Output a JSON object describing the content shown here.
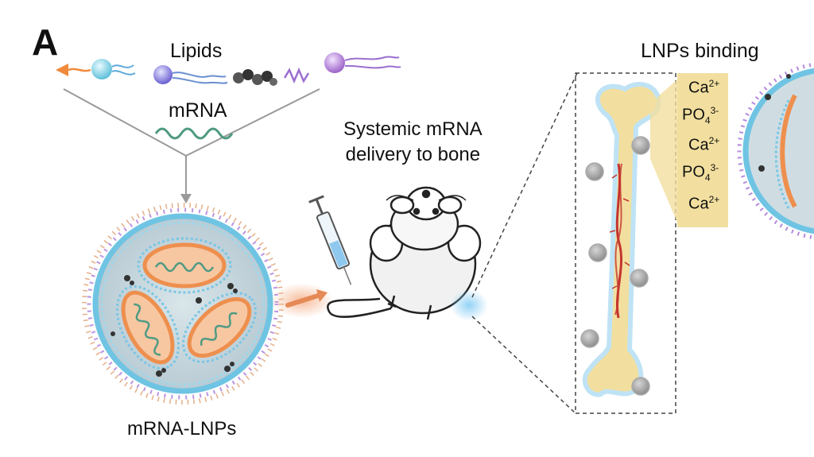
{
  "figure": {
    "panel_label": "A",
    "lipids_label": "Lipids",
    "mrna_label": "mRNA",
    "delivery_label_line1": "Systemic mRNA",
    "delivery_label_line2": "delivery to bone",
    "binding_label": "LNPs binding",
    "nanoparticle_label": "mRNA-LNPs",
    "ions": [
      {
        "base": "Ca",
        "sub": "",
        "sup": "2+"
      },
      {
        "base": "PO",
        "sub": "4",
        "sup": "3-"
      },
      {
        "base": "Ca",
        "sub": "",
        "sup": "2+"
      },
      {
        "base": "PO",
        "sub": "4",
        "sup": "3-"
      },
      {
        "base": "Ca",
        "sub": "",
        "sup": "2+"
      }
    ]
  },
  "colors": {
    "bone": "#f2df9f",
    "lnp_shell": "#7fcfe6",
    "mrna_green": "#4f9a83",
    "vesicle_orange": "#f0a06a",
    "lipid_purple": "#9b6fd0",
    "glow_blue": "#9dd2f0"
  }
}
